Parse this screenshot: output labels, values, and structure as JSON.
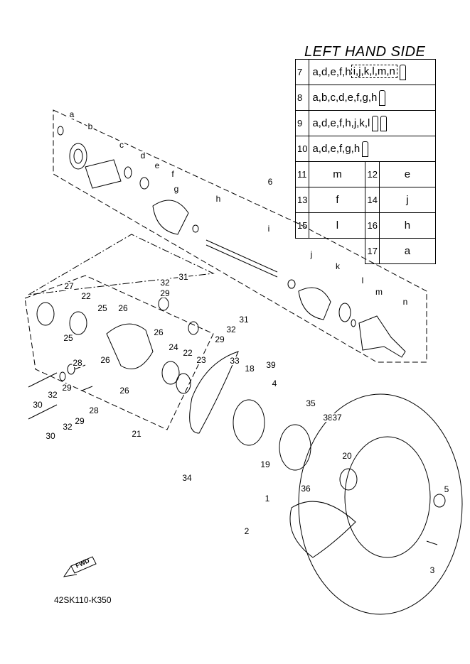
{
  "title": "LEFT HAND SIDE",
  "table": {
    "wide_rows": [
      {
        "no": "7",
        "letters": "a,d,e,f,h",
        "boxed": "i,j,k,l,m,n",
        "tubes": 1
      },
      {
        "no": "8",
        "letters": "a,b,c,d,e,f,g,h",
        "boxed": "",
        "tubes": 1
      },
      {
        "no": "9",
        "letters": "a,d,e,f,h,j,k,l",
        "boxed": "",
        "tubes": 2
      },
      {
        "no": "10",
        "letters": "a,d,e,f,g,h",
        "boxed": "",
        "tubes": 1
      }
    ],
    "pairs": [
      {
        "no1": "11",
        "v1": "m",
        "no2": "12",
        "v2": "e"
      },
      {
        "no1": "13",
        "v1": "f",
        "no2": "14",
        "v2": "j"
      },
      {
        "no1": "15",
        "v1": "l",
        "no2": "16",
        "v2": "h"
      },
      {
        "no2": "17",
        "v2": "a"
      }
    ]
  },
  "callouts": [
    "a",
    "b",
    "c",
    "d",
    "e",
    "f",
    "g",
    "h",
    "6",
    "i",
    "j",
    "k",
    "l",
    "m",
    "n",
    "27",
    "22",
    "25",
    "26",
    "29",
    "32",
    "31",
    "31",
    "32",
    "29",
    "26",
    "24",
    "22",
    "23",
    "25",
    "26",
    "26",
    "28",
    "28",
    "29",
    "32",
    "30",
    "29",
    "32",
    "30",
    "21",
    "33",
    "18",
    "39",
    "4",
    "35",
    "38",
    "37",
    "19",
    "20",
    "36",
    "34",
    "1",
    "2",
    "5",
    "3"
  ],
  "fwd_label": "FWD",
  "diagram_code": "42SK110-K350"
}
